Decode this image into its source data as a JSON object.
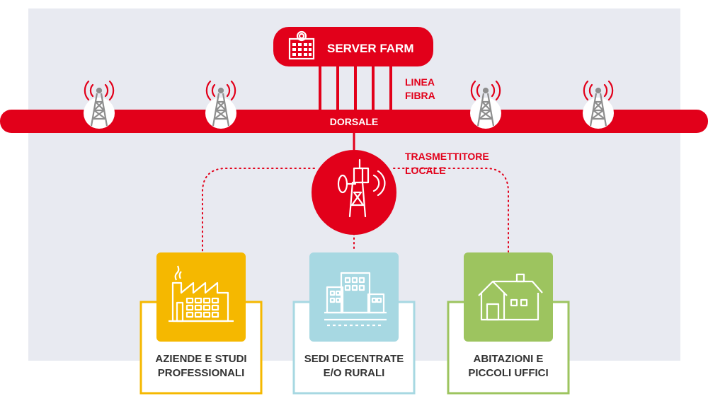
{
  "server": {
    "label": "SERVER FARM",
    "icon": "server-building-icon"
  },
  "fiber": {
    "line1": "LINEA",
    "line2": "FIBRA"
  },
  "backbone": {
    "label": "DORSALE"
  },
  "transmitter": {
    "line1": "TRASMETTITORE",
    "line2": "LOCALE",
    "icon": "antenna-icon"
  },
  "towers": [
    {
      "icon": "cell-tower-icon"
    },
    {
      "icon": "cell-tower-icon"
    },
    {
      "icon": "cell-tower-icon"
    },
    {
      "icon": "cell-tower-icon"
    }
  ],
  "endpoints": [
    {
      "line1": "AZIENDE E STUDI",
      "line2": "PROFESSIONALI",
      "icon": "factory-icon",
      "color": "#F5B800"
    },
    {
      "line1": "SEDI DECENTRATE",
      "line2": "E/O RURALI",
      "icon": "office-buildings-icon",
      "color": "#A7D8E2"
    },
    {
      "line1": "ABITAZIONI E",
      "line2": "PICCOLI UFFICI",
      "icon": "house-icon",
      "color": "#9DC45F"
    }
  ],
  "colors": {
    "brand_red": "#E2001A",
    "panel_bg": "#E8EAF1",
    "tower_gray": "#8E8E8E",
    "label_dark": "#333333"
  }
}
